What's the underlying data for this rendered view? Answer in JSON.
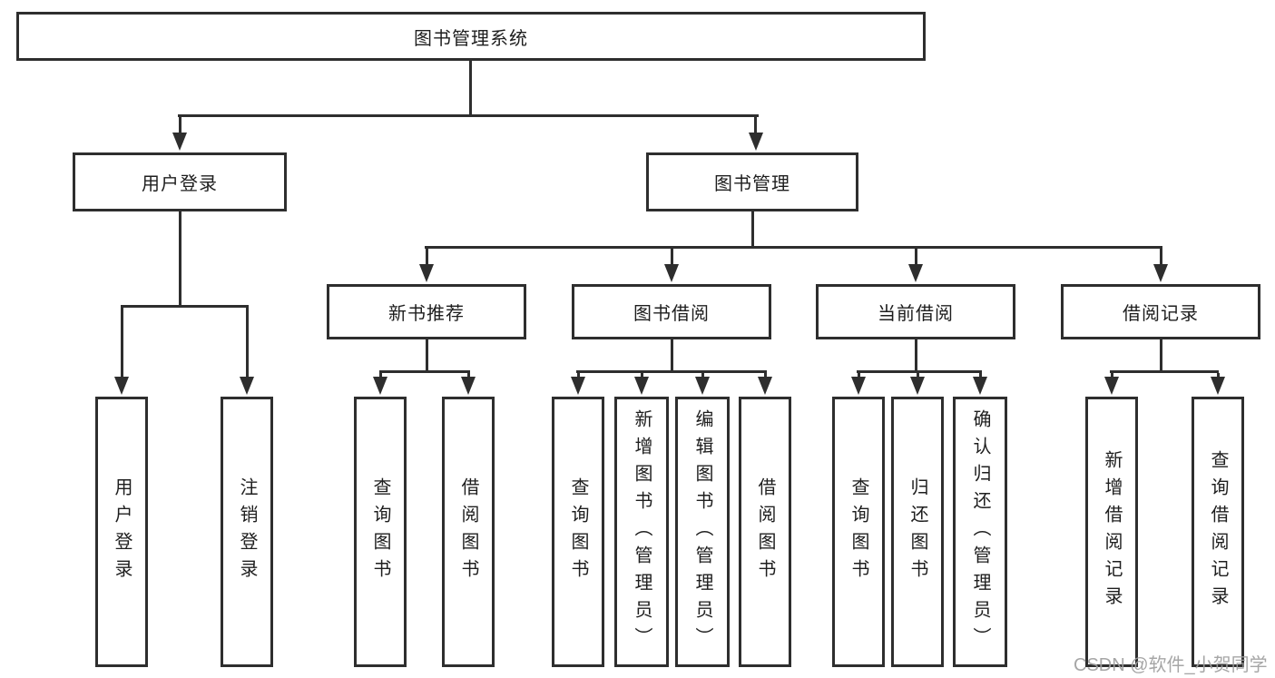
{
  "tree": {
    "root": "图书管理系统",
    "branches": [
      {
        "label": "用户登录",
        "children": [
          "用户登录",
          "注销登录"
        ]
      },
      {
        "label": "图书管理",
        "groups": [
          {
            "label": "新书推荐",
            "children": [
              "查询图书",
              "借阅图书"
            ]
          },
          {
            "label": "图书借阅",
            "children": [
              "查询图书",
              "新增图书（管理员）",
              "编辑图书（管理员）",
              "借阅图书"
            ]
          },
          {
            "label": "当前借阅",
            "children": [
              "查询图书",
              "归还图书",
              "确认归还（管理员）"
            ]
          },
          {
            "label": "借阅记录",
            "children": [
              "新增借阅记录",
              "查询借阅记录"
            ]
          }
        ]
      }
    ]
  },
  "watermark": "CSDN @软件_小贺同学",
  "colors": {
    "line": "#2e2e2e",
    "text": "#1e1e1e",
    "background": "#ffffff",
    "watermark": "#9e9e9e"
  }
}
